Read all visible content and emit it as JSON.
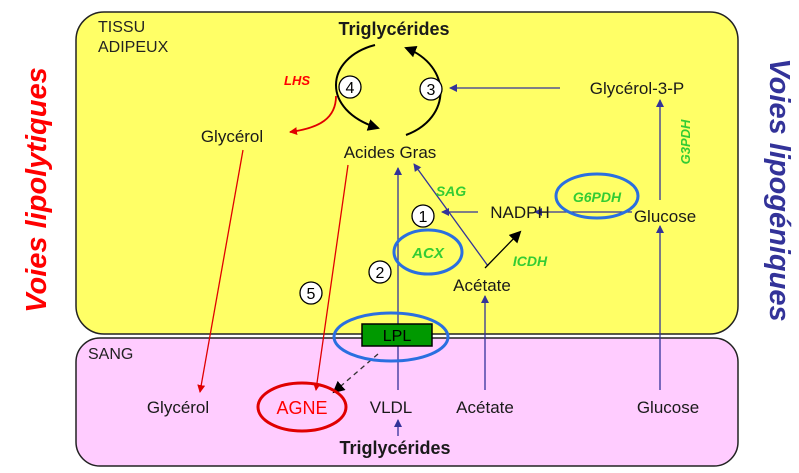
{
  "side_labels": {
    "left": "Voies lipolytiques",
    "right": "Voies lipogéniques"
  },
  "compartments": {
    "tissue": {
      "line1": "TISSU",
      "line2": "ADIPEUX"
    },
    "blood": "SANG"
  },
  "tissue_labels": {
    "triglycerides": "Triglycérides",
    "glycerol": "Glycérol",
    "acides_gras": "Acides Gras",
    "glycerol_3p": "Glycérol-3-P",
    "nadph": "NADPH",
    "glucose": "Glucose",
    "acetate": "Acétate"
  },
  "blood_labels": {
    "glycerol": "Glycérol",
    "agne": "AGNE",
    "vldl": "VLDL",
    "acetate": "Acétate",
    "glucose": "Glucose",
    "triglycerides": "Triglycérides"
  },
  "enzymes": {
    "lhs": "LHS",
    "sag": "SAG",
    "acx": "ACX",
    "icdh": "ICDH",
    "g6pdh": "G6PDH",
    "g3pdh": "G3PDH",
    "lpl": "LPL"
  },
  "step_numbers": {
    "one": "1",
    "two": "2",
    "three": "3",
    "four": "4",
    "five": "5"
  },
  "colors": {
    "tissue_fill": "#ffff66",
    "blood_fill": "#ffccff",
    "lipolytic": "#ff0000",
    "lipogenic": "#333399",
    "enzyme_green": "#33cc33",
    "highlight_blue": "#2a6fe0",
    "lpl_fill": "#009900"
  }
}
